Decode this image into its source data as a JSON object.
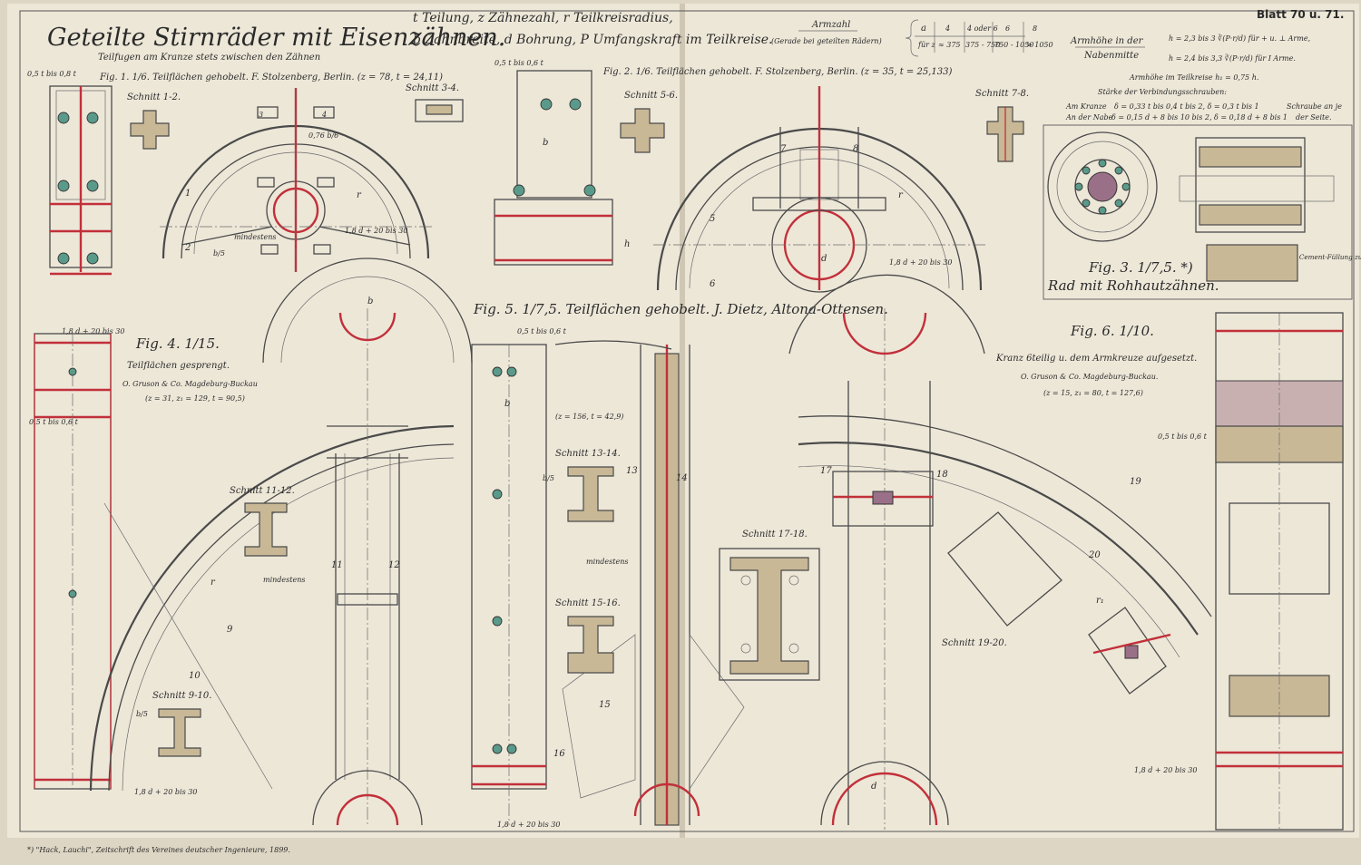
{
  "sheet": {
    "blatt": "Blatt 70 u. 71.",
    "title": "Geteilte Stirnräder mit Eisenzähnen.",
    "subtitle": "Teilfugen am Kranze stets zwischen den Zähnen",
    "legend_line1": "t Teilung, z Zähnezahl, r Teilkreisradius,",
    "legend_line2": "b Zahnbreite, d Bohrung, P Umfangskraft im Teilkreise.",
    "armzahl_title": "Armzahl",
    "armzahl_note": "(Gerade bei geteilten Rädern)",
    "armzahl_a": "a",
    "armzahl_fuer_z": "für z",
    "armzahl_values": [
      "4",
      "4 oder 6",
      "6",
      "8"
    ],
    "armzahl_ranges": [
      "≈ 375",
      "375 - 750",
      "750 - 1050",
      "> 1050"
    ],
    "armhoehe_label_1": "Armhöhe in der",
    "armhoehe_label_2": "Nabenmitte",
    "armhoehe_formula_1": "h = 2,3 bis 3 ∛(P·r/d) für + u. ⊥ Arme,",
    "armhoehe_formula_2": "h = 2,4 bis 3,3 ∛(P·r/d) für I Arme.",
    "armhoehe_teilkreis": "Armhöhe im Teilkreise h₁ = 0,75 h.",
    "schrauben_title": "Stärke der Verbindungsschrauben:",
    "am_kranze_label": "Am Kranze",
    "am_kranze_formula": "δ = 0,33 t bis 0,4 t bis 2, δ = 0,3 t bis 1",
    "an_der_nabe_label": "An der Nabe",
    "an_der_nabe_formula": "δ = 0,15 d + 8 bis 10 bis 2, δ = 0,18 d + 8 bis 1",
    "schrauben_note_1": "Schraube an je",
    "schrauben_note_2": "der Seite.",
    "footnote": "*) \"Hack, Lauchi\", Zeitschrift des Vereines deutscher Ingenieure, 1899."
  },
  "fig1": {
    "caption": "Fig. 1. 1/6. Teilflächen gehobelt. F. Stolzenberg, Berlin. (z = 78, t = 24,11)",
    "dim_top": "0,5 t bis 0,8 t",
    "schnitt_12": "Schnitt 1-2.",
    "schnitt_34": "Schnitt 3-4.",
    "mindestens": "mindestens",
    "hub_dim": "1,8 d + 20 bis 30",
    "thickness": "0,76 b/6",
    "b_over_5": "b/5",
    "labels": [
      "1",
      "2",
      "3",
      "4"
    ]
  },
  "fig2": {
    "caption": "Fig. 2. 1/6. Teilflächen gehobelt. F. Stolzenberg, Berlin. (z = 35, t = 25,133)",
    "dim_top": "0,5 t bis 0,6 t",
    "schnitt_56": "Schnitt 5-6.",
    "schnitt_78": "Schnitt 7-8.",
    "hub_dim": "1,8 d + 20 bis 30",
    "labels": [
      "5",
      "6",
      "7",
      "8"
    ]
  },
  "fig3": {
    "caption": "Fig. 3. 1/7,5. *)",
    "subcaption": "Rad mit Rohhautzähnen.",
    "cement_note": "Cement-Füllung zur Vermeidung des Lösens."
  },
  "fig4": {
    "caption": "Fig. 4. 1/15.",
    "line1": "Teilflächen gesprengt.",
    "line2": "O. Gruson & Co. Magdeburg-Buckau",
    "params": "(z = 31, z₁ = 129, t = 90,5)",
    "top_dim": "1,8 d + 20 bis 30",
    "mid_dim": "0,5 t bis 0,6 t",
    "bottom_dim": "1,8 d + 20 bis 30",
    "schnitt_910": "Schnitt 9-10.",
    "schnitt_1112": "Schnitt 11-12.",
    "mindestens": "mindestens",
    "b_over_5": "b/5",
    "labels": [
      "9",
      "10",
      "11",
      "12"
    ]
  },
  "fig5": {
    "caption": "Fig. 5. 1/7,5. Teilflächen gehobelt. J. Dietz, Altona-Ottensen.",
    "dim_top": "0,5 t bis 0,6 t",
    "params": "(z = 156, t = 42,9)",
    "schnitt_1314": "Schnitt 13-14.",
    "schnitt_1516": "Schnitt 15-16.",
    "mindestens": "mindestens",
    "bottom_dim": "1,8 d + 20 bis 30",
    "b_over_5": "b/5",
    "labels": [
      "13",
      "14",
      "15",
      "16"
    ]
  },
  "fig6": {
    "caption": "Fig. 6. 1/10.",
    "line1": "Kranz 6teilig u. dem Armkreuze aufgesetzt.",
    "line2": "O. Gruson & Co. Magdeburg-Buckau.",
    "params": "(z = 15, z₁ = 80, t = 127,6)",
    "schnitt_1718": "Schnitt 17-18.",
    "schnitt_1920": "Schnitt 19-20.",
    "side_dim": "0,5 t bis 0,6 t",
    "bottom_dim": "1,8 d + 20 bis 30",
    "labels": [
      "17",
      "18",
      "19",
      "20"
    ]
  },
  "common_letters": {
    "b": "b",
    "d": "d",
    "r": "r",
    "h": "h",
    "h1": "h₁",
    "r1": "r₁",
    "b_over_6": "b/6"
  },
  "colors": {
    "paper": "#ede7d8",
    "line": "#4a4a4a",
    "red_section": "#c2303a",
    "tan_section": "#c8b896",
    "teal_bolt": "#5a9a8a"
  }
}
